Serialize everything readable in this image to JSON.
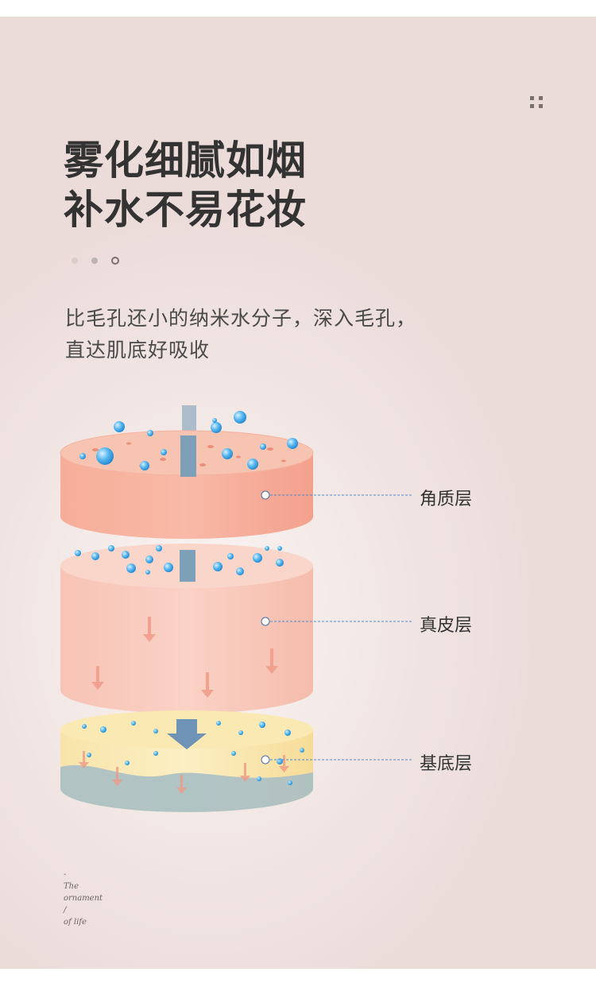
{
  "header": {
    "title_line1": "雾化细腻如烟",
    "title_line2": "补水不易花妆",
    "menu_icon": "grid-dots-icon"
  },
  "pager": {
    "count": 3,
    "active_index": 2
  },
  "description": {
    "line1": "比毛孔还小的纳米水分子，深入毛孔，",
    "line2": "直达肌底好吸收"
  },
  "layers": [
    {
      "label": "角质层",
      "color": "#f4a793"
    },
    {
      "label": "真皮层",
      "color": "#f6bcae"
    },
    {
      "label": "基底层",
      "color": "#f6dc9c"
    }
  ],
  "ornament": {
    "dash": "-",
    "line1": "The",
    "line2": "ornament",
    "line3": "/",
    "line4": "of life"
  },
  "colors": {
    "background": "#ede0de",
    "title": "#333333",
    "water_drop": "#3aa6e6",
    "leader_line": "#4a8ad0"
  }
}
